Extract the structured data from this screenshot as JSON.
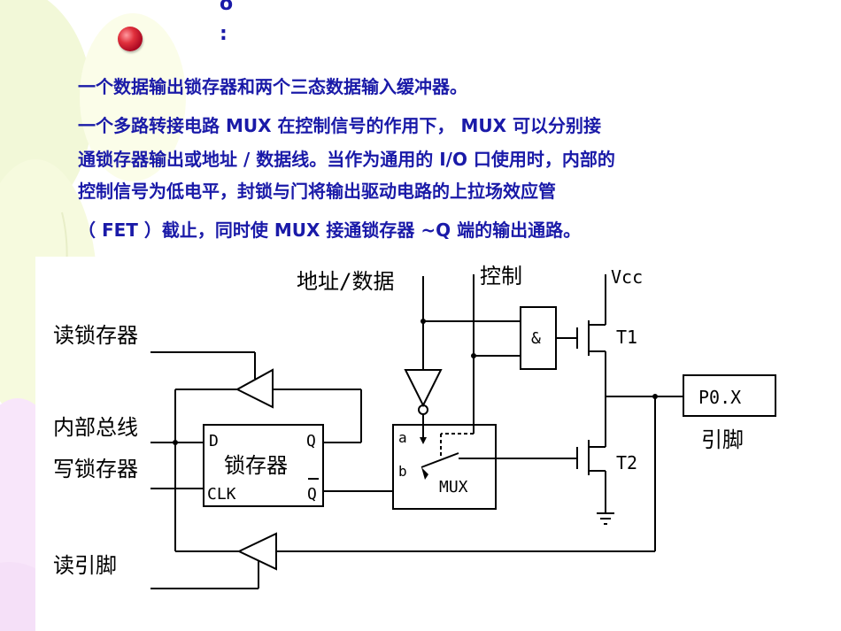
{
  "slide": {
    "marks": [
      "o",
      ":"
    ],
    "lines": [
      "一个数据输出锁存器和两个三态数据输入缓冲器。",
      " 一个多路转接电路 MUX 在控制信号的作用下，   MUX 可以分别接",
      "通锁存器输出或地址 / 数据线。当作为通用的 I/O 口使用时，内部的",
      "控制信号为低电平，封锁与门将输出驱动电路的上拉场效应管",
      "（ FET ）截止，同时使 MUX 接通锁存器 ~Q 端的输出通路。"
    ]
  },
  "diagram": {
    "addr_data": "地址/数据",
    "control": "控制",
    "vcc": "Vcc",
    "read_latch": "读锁存器",
    "internal_bus": "内部总线",
    "write_latch": "写锁存器",
    "read_pin": "读引脚",
    "latch_d": "D",
    "latch_name": "锁存器",
    "latch_q": "Q",
    "latch_clk": "CLK",
    "latch_qbar": "Q",
    "and_gate": "&",
    "t1": "T1",
    "t2": "T2",
    "pin_box": "P0.X",
    "pin_label": "引脚",
    "mux_a": "a",
    "mux_b": "b",
    "mux_name": "MUX"
  }
}
